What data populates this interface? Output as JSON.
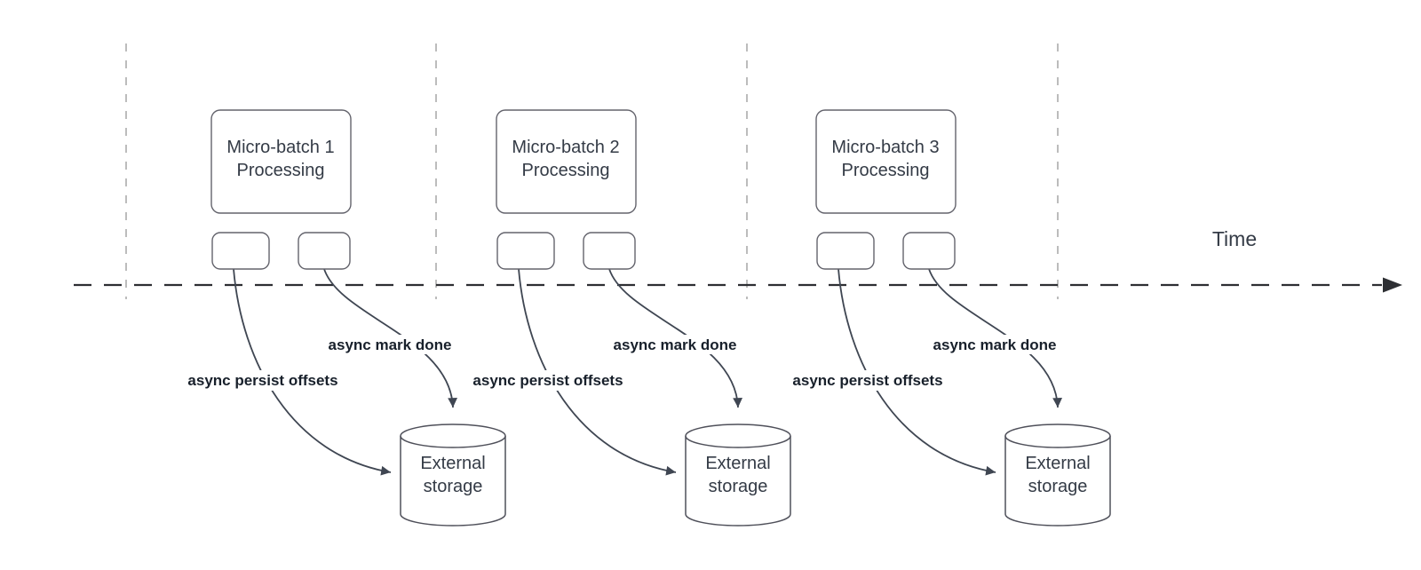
{
  "diagram": {
    "time_label": "Time",
    "batches": [
      {
        "title_line1": "Micro-batch 1",
        "title_line2": "Processing",
        "persist_label": "async persist offsets",
        "mark_label": "async mark done",
        "storage_line1": "External",
        "storage_line2": "storage"
      },
      {
        "title_line1": "Micro-batch 2",
        "title_line2": "Processing",
        "persist_label": "async persist offsets",
        "mark_label": "async mark done",
        "storage_line1": "External",
        "storage_line2": "storage"
      },
      {
        "title_line1": "Micro-batch 3",
        "title_line2": "Processing",
        "persist_label": "async persist offsets",
        "mark_label": "async mark done",
        "storage_line1": "External",
        "storage_line2": "storage"
      }
    ],
    "colors": {
      "background": "#ffffff",
      "node_stroke": "#63636c",
      "cylinder_stroke": "#4f505a",
      "node_text": "#343b46",
      "edge_label_text": "#18202b",
      "curve": "#3f4652",
      "axis": "#2d2f33",
      "guide": "#b5b5b5"
    }
  }
}
